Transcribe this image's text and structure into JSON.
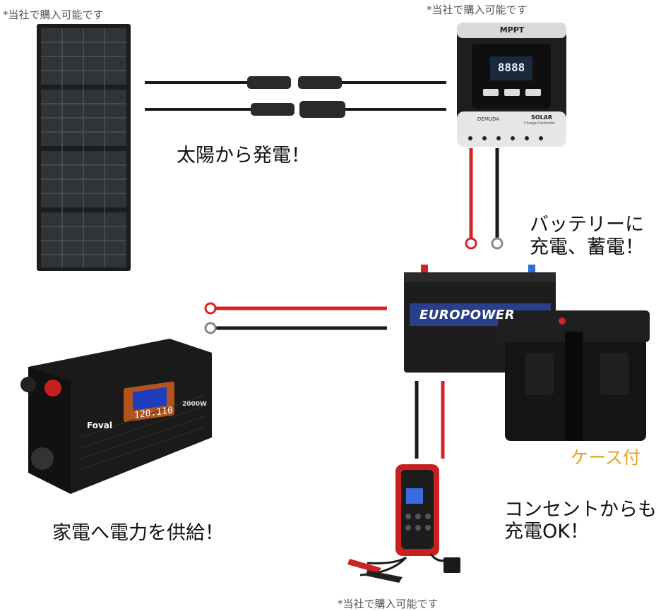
{
  "notes": {
    "panel": "*当社で購入可能です",
    "controller": "*当社で購入可能です",
    "charger": "*当社で購入可能です"
  },
  "captions": {
    "solar": "太陽から発電！",
    "battery_line1": "バッテリーに",
    "battery_line2": "充電、蓄電！",
    "case": "ケース付",
    "inverter": "家電へ電力を供給！",
    "outlet_line1": "コンセントからも",
    "outlet_line2": "充電OK！"
  },
  "controller": {
    "label": "MPPT",
    "brand": "DEMUDA",
    "model": "SOLAR",
    "sub": "Charge Controller",
    "display": "8888"
  },
  "battery": {
    "brand": "EUROPOWER"
  },
  "inverter": {
    "brand": "Foval",
    "display": "120.110",
    "power": "2000W"
  },
  "colors": {
    "cable_red": "#d42424",
    "cable_black": "#1a1a1a",
    "accent_orange": "#e8a321"
  }
}
